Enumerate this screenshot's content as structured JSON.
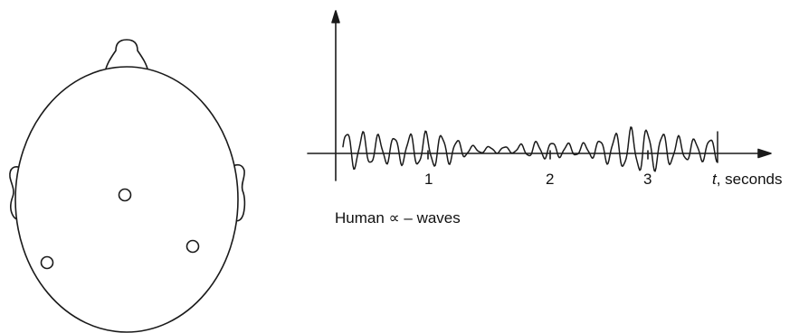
{
  "figure": {
    "stroke_color": "#1a1a1a",
    "head": {
      "nose": "nose-shape",
      "ears": [
        "left-ear",
        "right-ear"
      ],
      "electrodes": [
        "electrode-top",
        "electrode-left",
        "electrode-right"
      ]
    },
    "wave_plot": {
      "x_ticks": [
        "1",
        "2",
        "3"
      ],
      "x_axis_variable": "t",
      "x_axis_unit": ", seconds",
      "caption": "Human ∝ – waves"
    }
  }
}
